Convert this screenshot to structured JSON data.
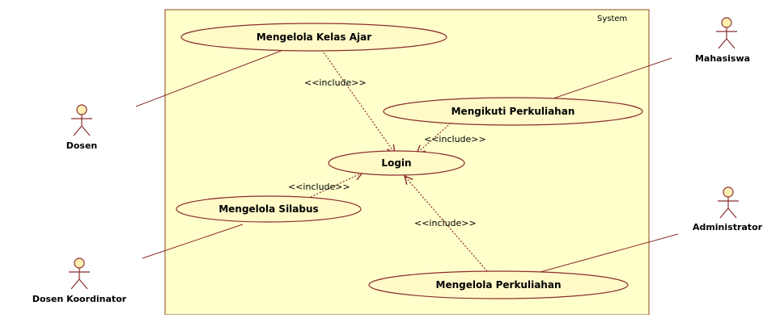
{
  "diagram": {
    "system_title": "System",
    "colors": {
      "system_fill": "#ffffcc",
      "system_border": "#a0643c",
      "usecase_fill": "#fffac8",
      "line": "#8b2e2e",
      "actor_head": "#fff0b4"
    },
    "actors": [
      {
        "id": "dosen",
        "label": "Dosen"
      },
      {
        "id": "dosen-koordinator",
        "label": "Dosen Koordinator"
      },
      {
        "id": "mahasiswa",
        "label": "Mahasiswa"
      },
      {
        "id": "administrator",
        "label": "Administrator"
      }
    ],
    "use_cases": [
      {
        "id": "mengelola-kelas-ajar",
        "label": "Mengelola Kelas Ajar"
      },
      {
        "id": "mengikuti-perkuliahan",
        "label": "Mengikuti Perkuliahan"
      },
      {
        "id": "login",
        "label": "Login"
      },
      {
        "id": "mengelola-silabus",
        "label": "Mengelola Silabus"
      },
      {
        "id": "mengelola-perkuliahan",
        "label": "Mengelola Perkuliahan"
      }
    ],
    "includes": [
      {
        "from": "mengelola-kelas-ajar",
        "to": "login",
        "label": "<<include>>"
      },
      {
        "from": "mengikuti-perkuliahan",
        "to": "login",
        "label": "<<include>>"
      },
      {
        "from": "mengelola-silabus",
        "to": "login",
        "label": "<<include>>"
      },
      {
        "from": "mengelola-perkuliahan",
        "to": "login",
        "label": "<<include>>"
      }
    ],
    "associations": [
      {
        "actor": "dosen",
        "use_case": "mengelola-kelas-ajar"
      },
      {
        "actor": "mahasiswa",
        "use_case": "mengikuti-perkuliahan"
      },
      {
        "actor": "dosen-koordinator",
        "use_case": "mengelola-silabus"
      },
      {
        "actor": "administrator",
        "use_case": "mengelola-perkuliahan"
      }
    ]
  }
}
